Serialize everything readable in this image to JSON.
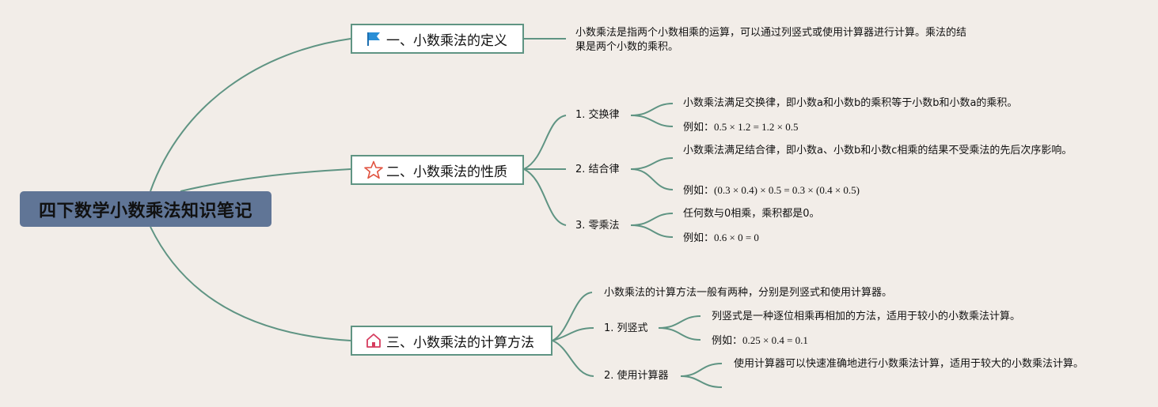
{
  "root": {
    "title": "四下数学小数乘法知识笔记"
  },
  "branches": [
    {
      "title": "一、小数乘法的定义",
      "icon": "flag-icon",
      "content": "小数乘法是指两个小数相乘的运算，可以通过列竖式或使用计算器进行计算。乘法的结果是两个小数的乘积。"
    },
    {
      "title": "二、小数乘法的性质",
      "icon": "star-icon",
      "properties": [
        {
          "label": "1. 交换律",
          "desc": "小数乘法满足交换律，即小数a和小数b的乘积等于小数b和小数a的乘积。",
          "example_prefix": "例如：",
          "example": "0.5 × 1.2 = 1.2 × 0.5"
        },
        {
          "label": "2. 结合律",
          "desc": "小数乘法满足结合律，即小数a、小数b和小数c相乘的结果不受乘法的先后次序影响。",
          "example_prefix": "例如：",
          "example": "(0.3 × 0.4) × 0.5 = 0.3 × (0.4 × 0.5)"
        },
        {
          "label": "3. 零乘法",
          "desc": "任何数与0相乘，乘积都是0。",
          "example_prefix": "例如：",
          "example": "0.6 × 0 = 0"
        }
      ]
    },
    {
      "title": "三、小数乘法的计算方法",
      "icon": "home-icon",
      "intro": "小数乘法的计算方法一般有两种，分别是列竖式和使用计算器。",
      "methods": [
        {
          "label": "1. 列竖式",
          "desc": "列竖式是一种逐位相乘再相加的方法，适用于较小的小数乘法计算。",
          "example_prefix": "例如：",
          "example": "0.25 × 0.4 = 0.1"
        },
        {
          "label": "2. 使用计算器",
          "desc": "使用计算器可以快速准确地进行小数乘法计算，适用于较大的小数乘法计算。"
        }
      ]
    }
  ],
  "colors": {
    "background": "#f2ede8",
    "root_fill": "#607596",
    "line": "#5f9483",
    "flag": "#2a8fd6",
    "star": "#e0523f",
    "home": "#d63c5e"
  }
}
